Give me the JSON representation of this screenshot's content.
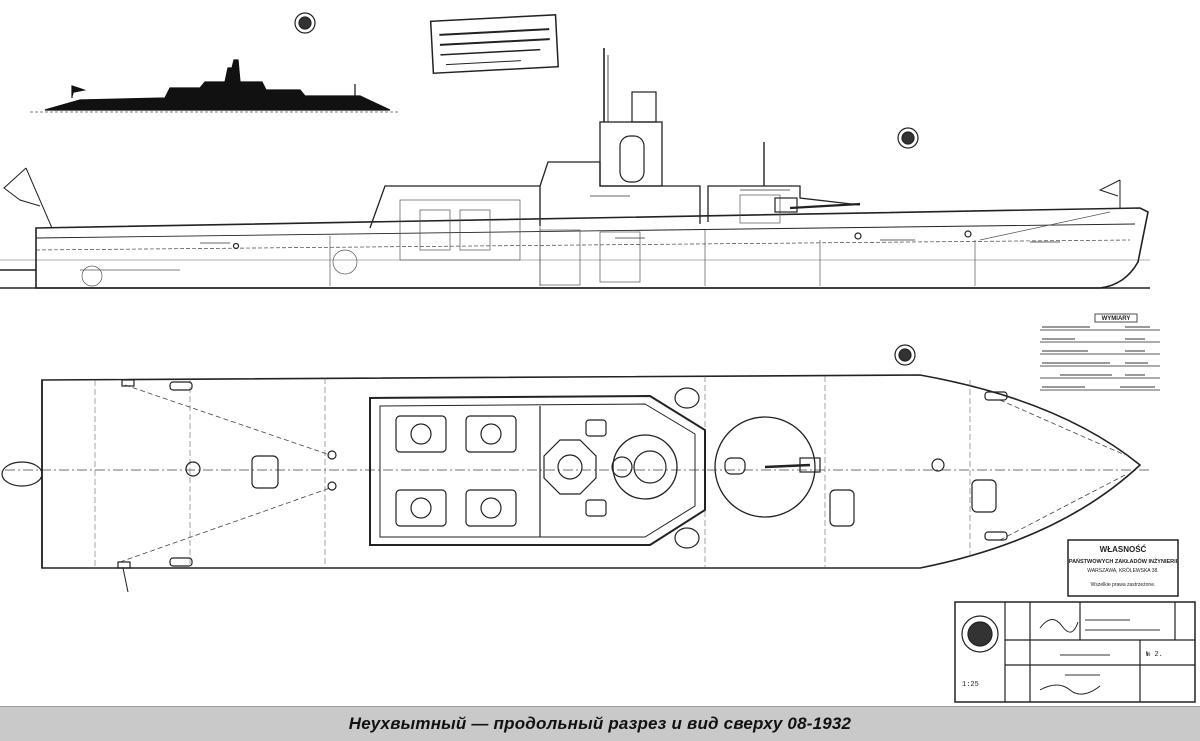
{
  "caption": "Неухвытный — продольный разрез и вид сверху 08-1932",
  "stamp": {
    "title": "WŁASNOŚĆ",
    "line1": "PAŃSTWOWYCH ZAKŁADÓW INŻYNIERII",
    "line2": "WARSZAWA, KRÓLEWSKA 38.",
    "line3": "Wszelkie prawa zastrzeżone."
  },
  "dimensions_table": {
    "title": "WYMIARY"
  },
  "title_block": {
    "scale": "1:25",
    "sheet": "№ 2."
  },
  "colors": {
    "ink": "#222222",
    "caption_bar": "#c9c9c9",
    "paper": "#ffffff"
  }
}
